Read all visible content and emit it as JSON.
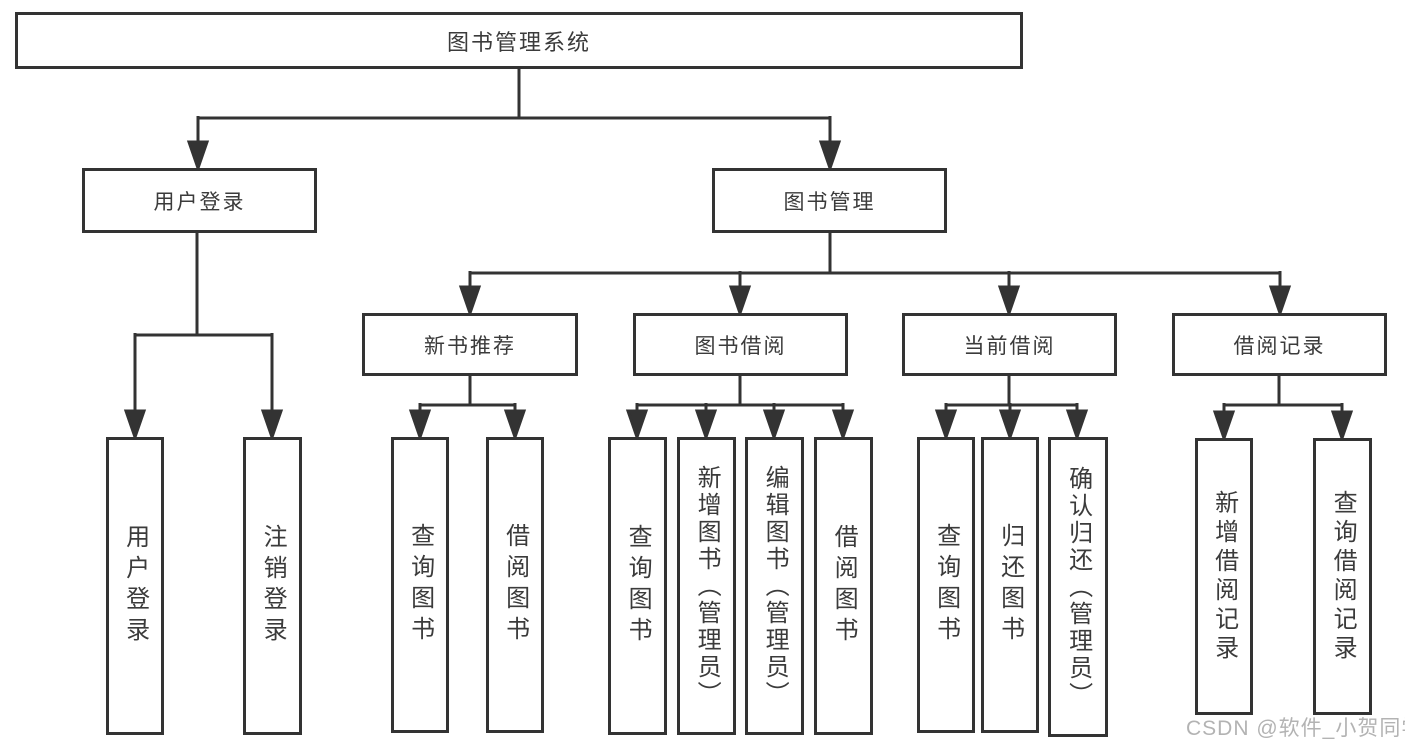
{
  "nodes": {
    "root": "图书管理系统",
    "level2": [
      "用户登录",
      "图书管理"
    ],
    "level3": [
      "新书推荐",
      "图书借阅",
      "当前借阅",
      "借阅记录"
    ],
    "leaves": {
      "user_login": [
        "用户登录",
        "注销登录"
      ],
      "new_book": [
        "查询图书",
        "借阅图书"
      ],
      "book_borrow": [
        "查询图书",
        "新增图书（管理员）",
        "编辑图书（管理员）",
        "借阅图书"
      ],
      "current_borrow": [
        "查询图书",
        "归还图书",
        "确认归还（管理员）"
      ],
      "borrow_records": [
        "新增借阅记录",
        "查询借阅记录"
      ]
    }
  },
  "watermark": "CSDN @软件_小贺同学",
  "colors": {
    "line": "#333333",
    "text": "#3b3b3b",
    "watermark": "#b3b3b3",
    "background": "#ffffff"
  }
}
